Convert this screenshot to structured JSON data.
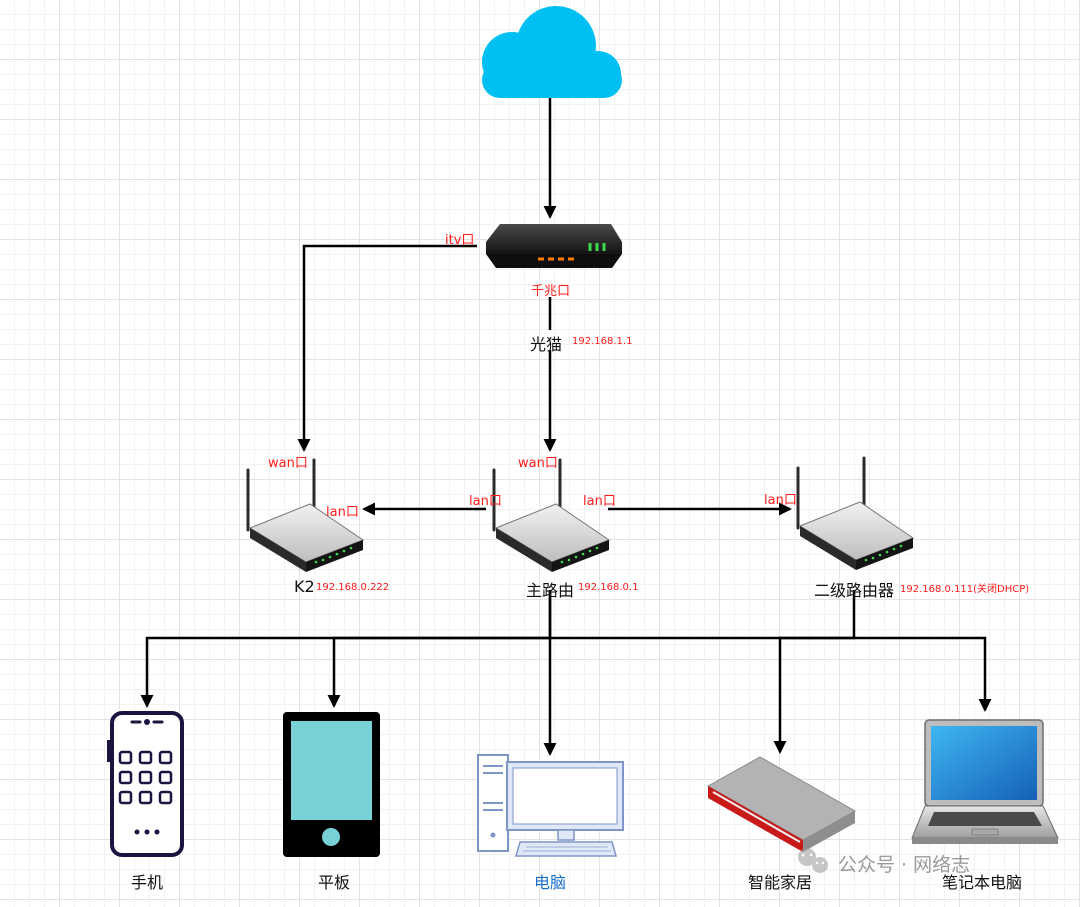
{
  "modem": {
    "port_itv": "itv口",
    "port_gigabit": "千兆口",
    "name": "光猫",
    "ip": "192.168.1.1"
  },
  "k2": {
    "port_wan": "wan口",
    "port_lan": "lan口",
    "name": "K2",
    "ip": "192.168.0.222"
  },
  "main_router": {
    "port_wan": "wan口",
    "port_lan_left": "lan口",
    "port_lan_right": "lan口",
    "name": "主路由",
    "ip": "192.168.0.1"
  },
  "secondary_router": {
    "port_lan": "lan口",
    "name": "二级路由器",
    "ip": "192.168.0.111(关闭DHCP)"
  },
  "devices": {
    "phone": "手机",
    "tablet": "平板",
    "desktop": "电脑",
    "smart_home": "智能家居",
    "laptop": "笔记本电脑"
  },
  "watermark": "公众号 · 网络志",
  "colors": {
    "cloud": "#00bff3",
    "label_red": "#ff1a1a",
    "desktop_label": "#1a6fc9"
  }
}
